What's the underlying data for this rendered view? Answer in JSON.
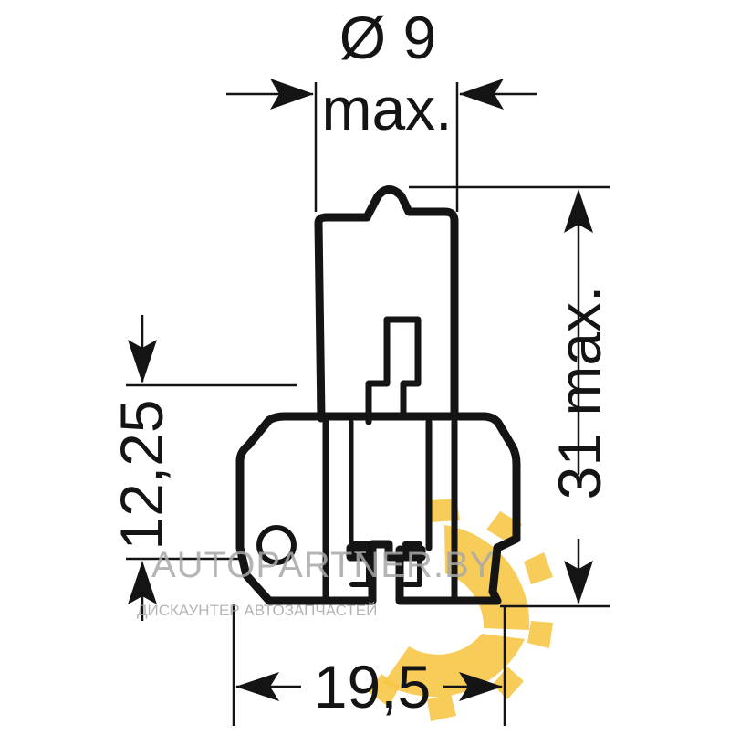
{
  "dimensions": {
    "diameter_label": "Ø 9",
    "diameter_suffix": "max.",
    "height_label": "31 max.",
    "offset_label": "12,25",
    "width_label": "19,5"
  },
  "watermark": {
    "brand": "AUTOPARTNER.BY",
    "tagline": "ДИСКАУНТЕР АВТОЗАПЧАСТЕЙ",
    "gear_color": "#f7c646"
  },
  "colors": {
    "line": "#141414"
  }
}
